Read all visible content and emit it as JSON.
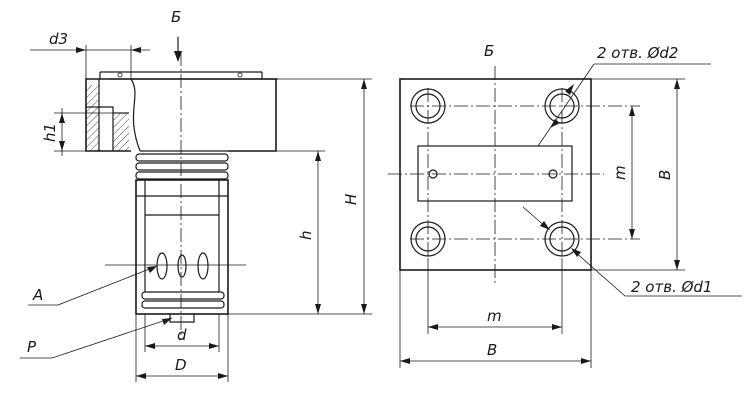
{
  "labels": {
    "view_marker_top": "Б",
    "view_title": "Б",
    "d3": "d3",
    "h1": "h1",
    "H": "H",
    "h": "h",
    "A": "A",
    "P": "P",
    "d": "d",
    "D": "D",
    "m_vertical": "m",
    "B_vertical": "B",
    "m_horizontal": "m",
    "B_horizontal": "B",
    "holes_d2": "2 отв. Ød2",
    "holes_d1": "2 отв. Ød1"
  }
}
